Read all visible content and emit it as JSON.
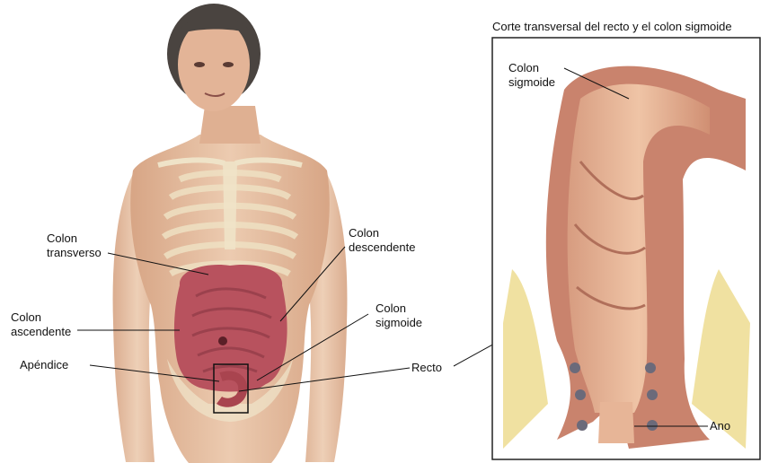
{
  "labels": {
    "transverse_colon": "Colon\ntransverso",
    "descending_colon": "Colon\ndescendente",
    "ascending_colon": "Colon\nascendente",
    "sigmoid_colon": "Colon\nsigmoide",
    "appendix": "Apéndice",
    "rectum": "Recto"
  },
  "inset": {
    "title": "Corte transversal del recto y el colon sigmoide",
    "sigmoid_colon": "Colon\nsigmoide",
    "anus": "Ano"
  },
  "colors": {
    "skin": "#e8c2a4",
    "skin_shade": "#d9a889",
    "bone": "#efe3c8",
    "bowel": "#b5505c",
    "bowel_dark": "#8f3a46",
    "hair": "#4a4440",
    "rectum_wall": "#c9836d",
    "rectum_inner": "#e7b597",
    "fat": "#ecd98a",
    "line": "#111111"
  }
}
